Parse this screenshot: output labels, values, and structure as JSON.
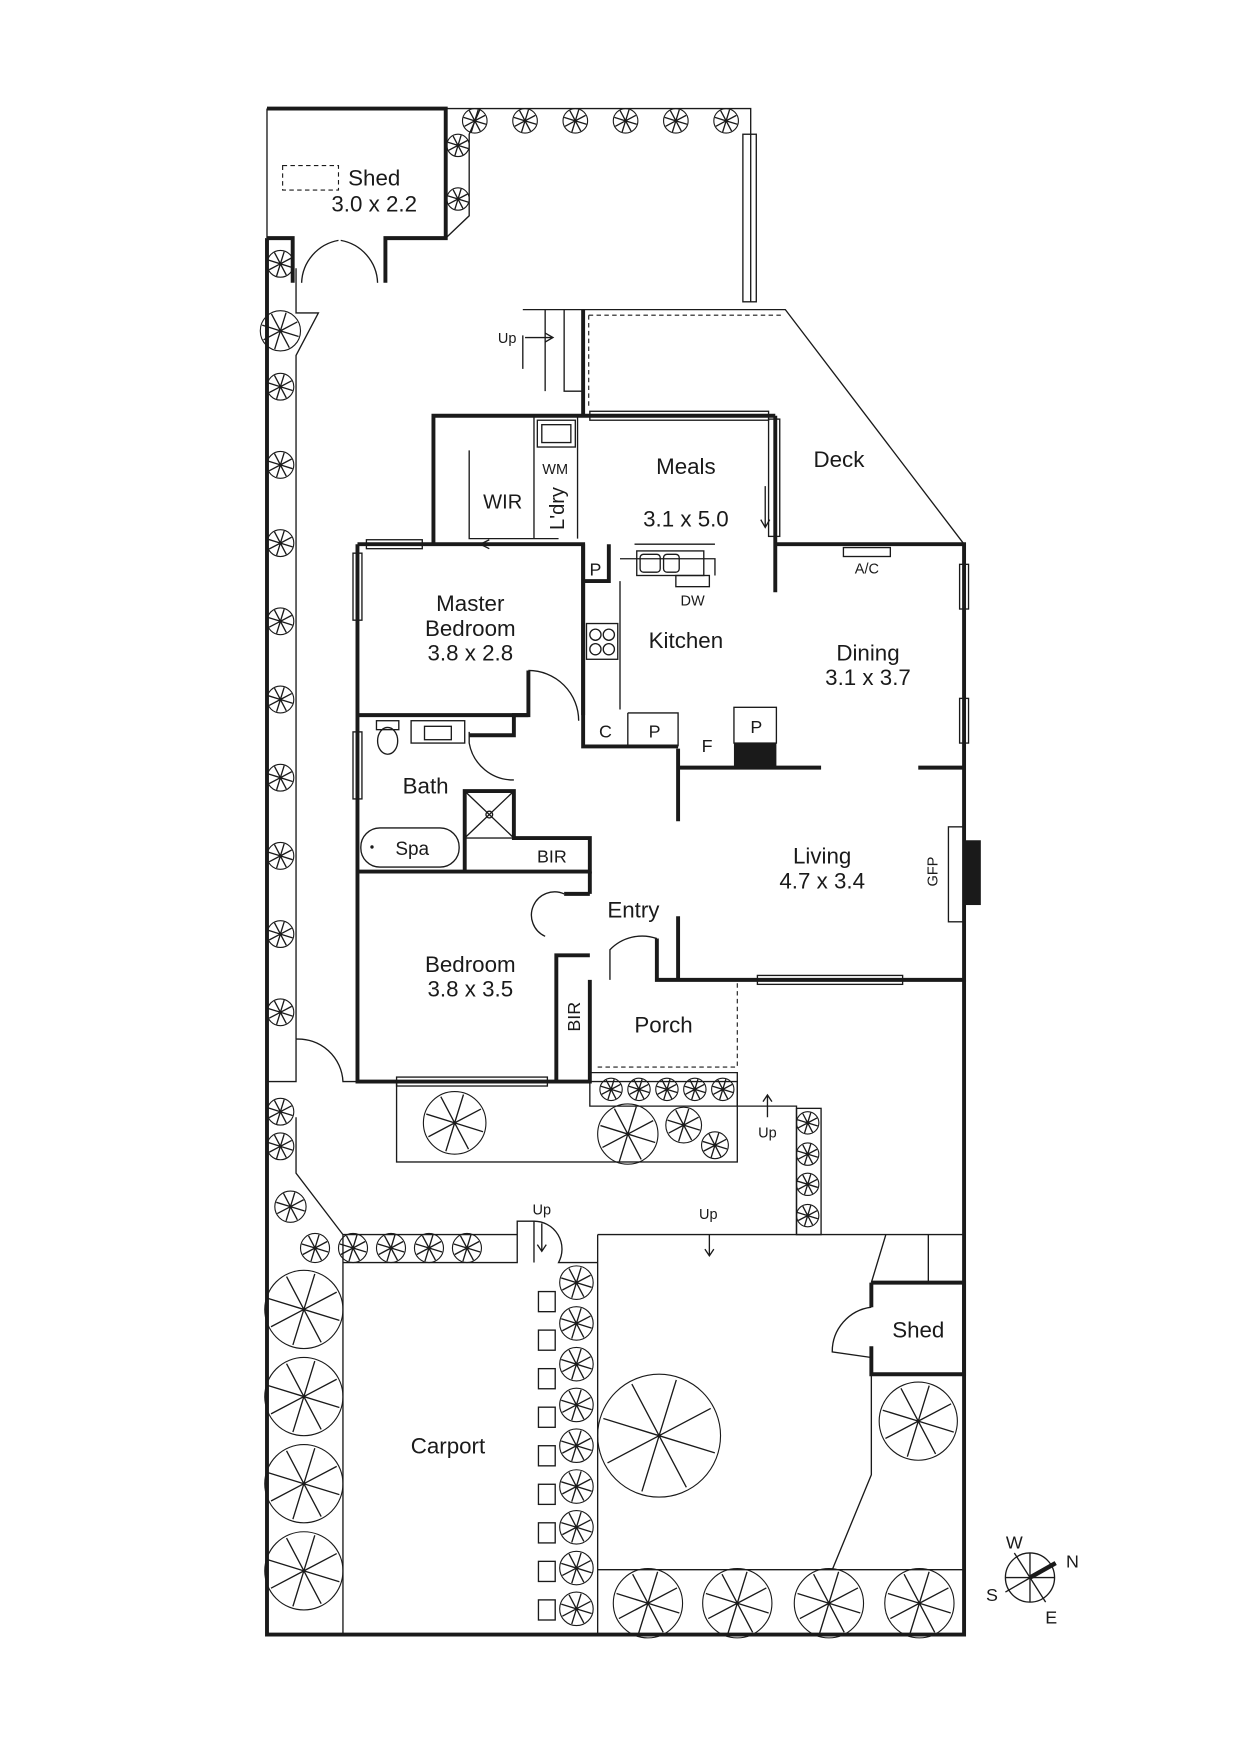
{
  "rooms": {
    "shed_top": {
      "name": "Shed",
      "dims": "3.0 x 2.2"
    },
    "deck": {
      "name": "Deck"
    },
    "meals": {
      "name": "Meals",
      "dims": "3.1 x 5.0"
    },
    "wir": {
      "name": "WIR"
    },
    "laundry": {
      "name": "L'dry"
    },
    "master": {
      "name1": "Master",
      "name2": "Bedroom",
      "dims": "3.8 x 2.8"
    },
    "kitchen": {
      "name": "Kitchen"
    },
    "dining": {
      "name": "Dining",
      "dims": "3.1 x 3.7"
    },
    "bath": {
      "name": "Bath"
    },
    "living": {
      "name": "Living",
      "dims": "4.7 x 3.4"
    },
    "entry": {
      "name": "Entry"
    },
    "bedroom": {
      "name": "Bedroom",
      "dims": "3.8 x 3.5"
    },
    "porch": {
      "name": "Porch"
    },
    "carport": {
      "name": "Carport"
    },
    "shed_bottom": {
      "name": "Shed"
    }
  },
  "fixtures": {
    "wm": "WM",
    "dw": "DW",
    "ac": "A/C",
    "pantry1": "P",
    "pantry2": "P",
    "pantry3": "P",
    "cupboard": "C",
    "fridge": "F",
    "bir1": "BIR",
    "bir2": "BIR",
    "spa": "Spa",
    "gfp": "GFP"
  },
  "stairs": {
    "up1": "Up",
    "up2": "Up",
    "up3": "Up",
    "up4": "Up"
  },
  "compass": {
    "n": "N",
    "s": "S",
    "e": "E",
    "w": "W"
  }
}
